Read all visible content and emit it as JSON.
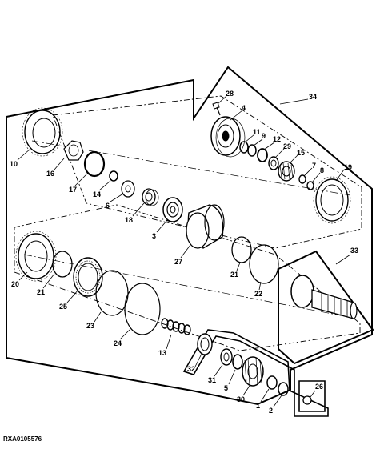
{
  "figure": {
    "reference_code": "RXA0105576"
  },
  "callouts": [
    {
      "id": "c28",
      "label": "28"
    },
    {
      "id": "c4",
      "label": "4"
    },
    {
      "id": "c34",
      "label": "34"
    },
    {
      "id": "c11",
      "label": "11"
    },
    {
      "id": "c9",
      "label": "9"
    },
    {
      "id": "c12",
      "label": "12"
    },
    {
      "id": "c29",
      "label": "29"
    },
    {
      "id": "c15",
      "label": "15"
    },
    {
      "id": "c7",
      "label": "7"
    },
    {
      "id": "c8",
      "label": "8"
    },
    {
      "id": "c19",
      "label": "19"
    },
    {
      "id": "c10",
      "label": "10"
    },
    {
      "id": "c16",
      "label": "16"
    },
    {
      "id": "c17",
      "label": "17"
    },
    {
      "id": "c14",
      "label": "14"
    },
    {
      "id": "c6",
      "label": "6"
    },
    {
      "id": "c18",
      "label": "18"
    },
    {
      "id": "c3",
      "label": "3"
    },
    {
      "id": "c27",
      "label": "27"
    },
    {
      "id": "c21a",
      "label": "21"
    },
    {
      "id": "c22",
      "label": "22"
    },
    {
      "id": "c33",
      "label": "33"
    },
    {
      "id": "c20",
      "label": "20"
    },
    {
      "id": "c21b",
      "label": "21"
    },
    {
      "id": "c25",
      "label": "25"
    },
    {
      "id": "c23",
      "label": "23"
    },
    {
      "id": "c24",
      "label": "24"
    },
    {
      "id": "c13",
      "label": "13"
    },
    {
      "id": "c32",
      "label": "32"
    },
    {
      "id": "c31",
      "label": "31"
    },
    {
      "id": "c5",
      "label": "5"
    },
    {
      "id": "c30",
      "label": "30"
    },
    {
      "id": "c1",
      "label": "1"
    },
    {
      "id": "c2",
      "label": "2"
    },
    {
      "id": "c26",
      "label": "26"
    }
  ]
}
